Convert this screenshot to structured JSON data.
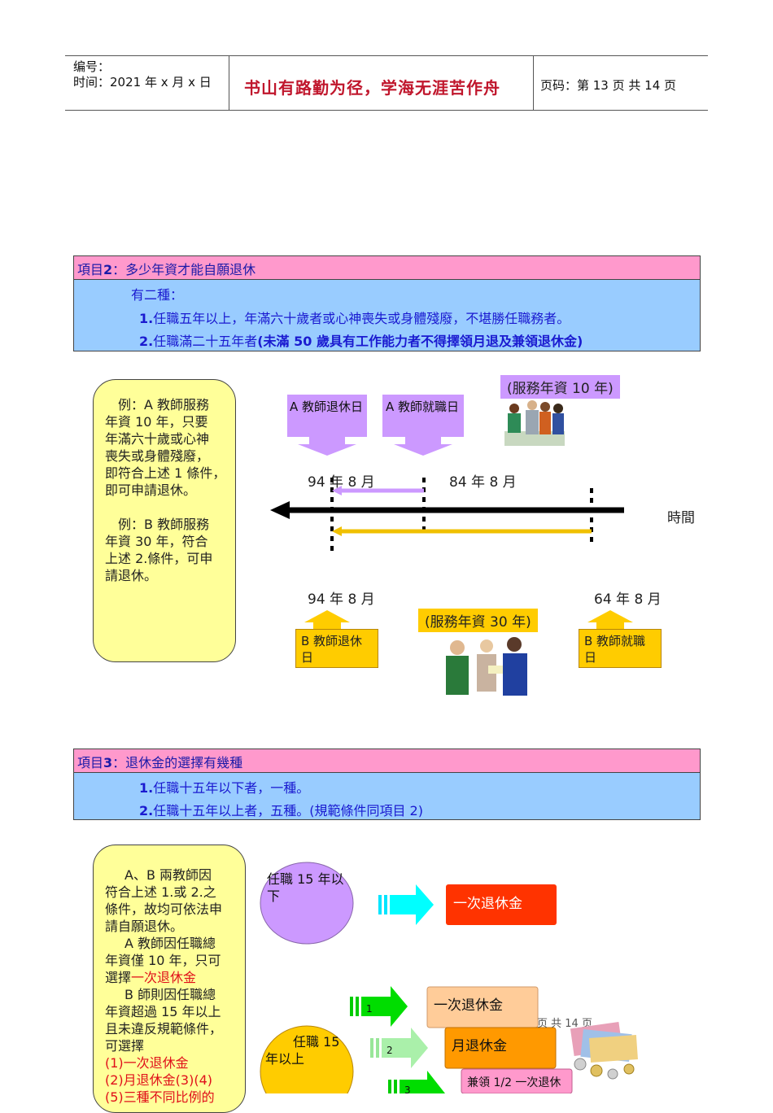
{
  "header": {
    "number_label": "编号：",
    "date_label": "时间：2021 年 x 月 x 日",
    "motto": "书山有路勤为径，学海无涯苦作舟",
    "page_label": "页码：第 13 页  共 14 页"
  },
  "item2": {
    "title_prefix": "項目",
    "title_num": "2",
    "title_text": "：多少年資才能自願退休",
    "intro": "有二種：",
    "rule1_num": "1.",
    "rule1_text": "任職五年以上，年滿六十歲者或心神喪失或身體殘廢，不堪勝任職務者。",
    "rule2_num": "2.",
    "rule2_text_a": "任職滿二十五年者",
    "rule2_text_b": "(未滿 50 歲具有工作能力者不得擇領月退及兼領退休金)",
    "example_lines": [
      "例：A 教師服務",
      "年資 10 年，只要",
      "年滿六十歲或心神",
      "喪失或身體殘廢，",
      "即符合上述 1 條件，",
      "即可申請退休。",
      "",
      "例：B 教師服務",
      "年資 30 年，符合",
      "上述 2.條件，可申",
      "請退休。"
    ],
    "a_retire": "A 教師退休日",
    "a_employ": "A 教師就職日",
    "a_service": "(服務年資 10 年)",
    "date_a1": "94 年 8 月",
    "date_a2": "84 年 8 月",
    "time_label": "時間",
    "date_b1": "94 年 8 月",
    "date_b2": "64 年 8 月",
    "b_service": "(服務年資 30 年)",
    "b_retire": "B 教師退休日",
    "b_employ": "B 教師就職日"
  },
  "item3": {
    "title_prefix": "項目",
    "title_num": "3",
    "title_text": "：退休金的選擇有幾種",
    "rule1_num": "1.",
    "rule1_text": "任職十五年以下者，一種。",
    "rule2_num": "2.",
    "rule2_text": "任職十五年以上者，五種。(規範條件同項目 2)",
    "explain_lines": [
      {
        "t": "A、B 兩教師因",
        "red": false
      },
      {
        "t": "符合上述 1.或 2.之",
        "red": false
      },
      {
        "t": "條件，故均可依法申",
        "red": false
      },
      {
        "t": "請自願退休。",
        "red": false
      },
      {
        "t": "A 教師因任職總",
        "red": false
      },
      {
        "t": "年資僅 10 年，只可",
        "red": false
      },
      {
        "t": "選擇",
        "red": false,
        "tail": "一次退休金"
      },
      {
        "t": "B 師則因任職總",
        "red": false
      },
      {
        "t": "年資超過 15 年以上",
        "red": false
      },
      {
        "t": "且未違反規範條件，",
        "red": false
      },
      {
        "t": "可選擇",
        "red": false
      },
      {
        "t": "(1)一次退休金",
        "red": true
      },
      {
        "t": "(2)月退休金(3)(4)",
        "red": true
      },
      {
        "t": "(5)三種不同比例的",
        "red": true
      }
    ],
    "under15": "任職 15 年以下",
    "lump_sum": "一次退休金",
    "over15": "任職 15 年以上",
    "opt1": "一次退休金",
    "opt2": "月退休金",
    "opt3": "兼領 1/2 一次退休",
    "arrow1": "1",
    "arrow2": "2",
    "arrow3": "3",
    "footer_page": "页 共 14 页"
  },
  "colors": {
    "pink": "#ff99cc",
    "blue": "#99ccff",
    "yellow": "#ffff99",
    "lavender": "#cc99ff",
    "gold": "#ffcc00",
    "red": "#ff3300",
    "cyan": "#00ffff",
    "green": "#00cc00"
  }
}
